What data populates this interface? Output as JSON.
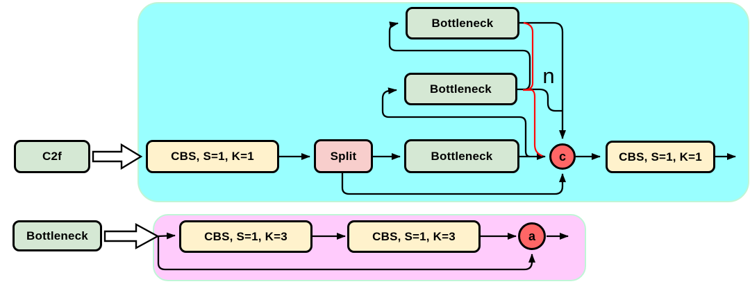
{
  "diagram": {
    "title_nodes": {
      "c2f_label": "C2f",
      "bottleneck_label": "Bottleneck"
    },
    "top_row": {
      "cbs_in": "CBS, S=1, K=1",
      "split": "Split",
      "bottleneck_chain_1": "Bottleneck",
      "bottleneck_chain_2": "Bottleneck",
      "bottleneck_chain_3": "Bottleneck",
      "concat_symbol": "c",
      "repeat_label": "n",
      "cbs_out": "CBS, S=1, K=1"
    },
    "bottom_row": {
      "cbs_1": "CBS, S=1, K=3",
      "cbs_2": "CBS, S=1, K=3",
      "add_symbol": "a"
    },
    "colors": {
      "container_top": "#99FFFF",
      "container_bottom": "#FFCBFC",
      "container_border": "#BFF5D6",
      "box_green": "#D5E8D4",
      "box_cream": "#FFF2CC",
      "box_pink": "#F8CECC",
      "circle_red": "#FF6666",
      "line": "#000000",
      "repeat_bracket": "#FF0A0A"
    }
  }
}
